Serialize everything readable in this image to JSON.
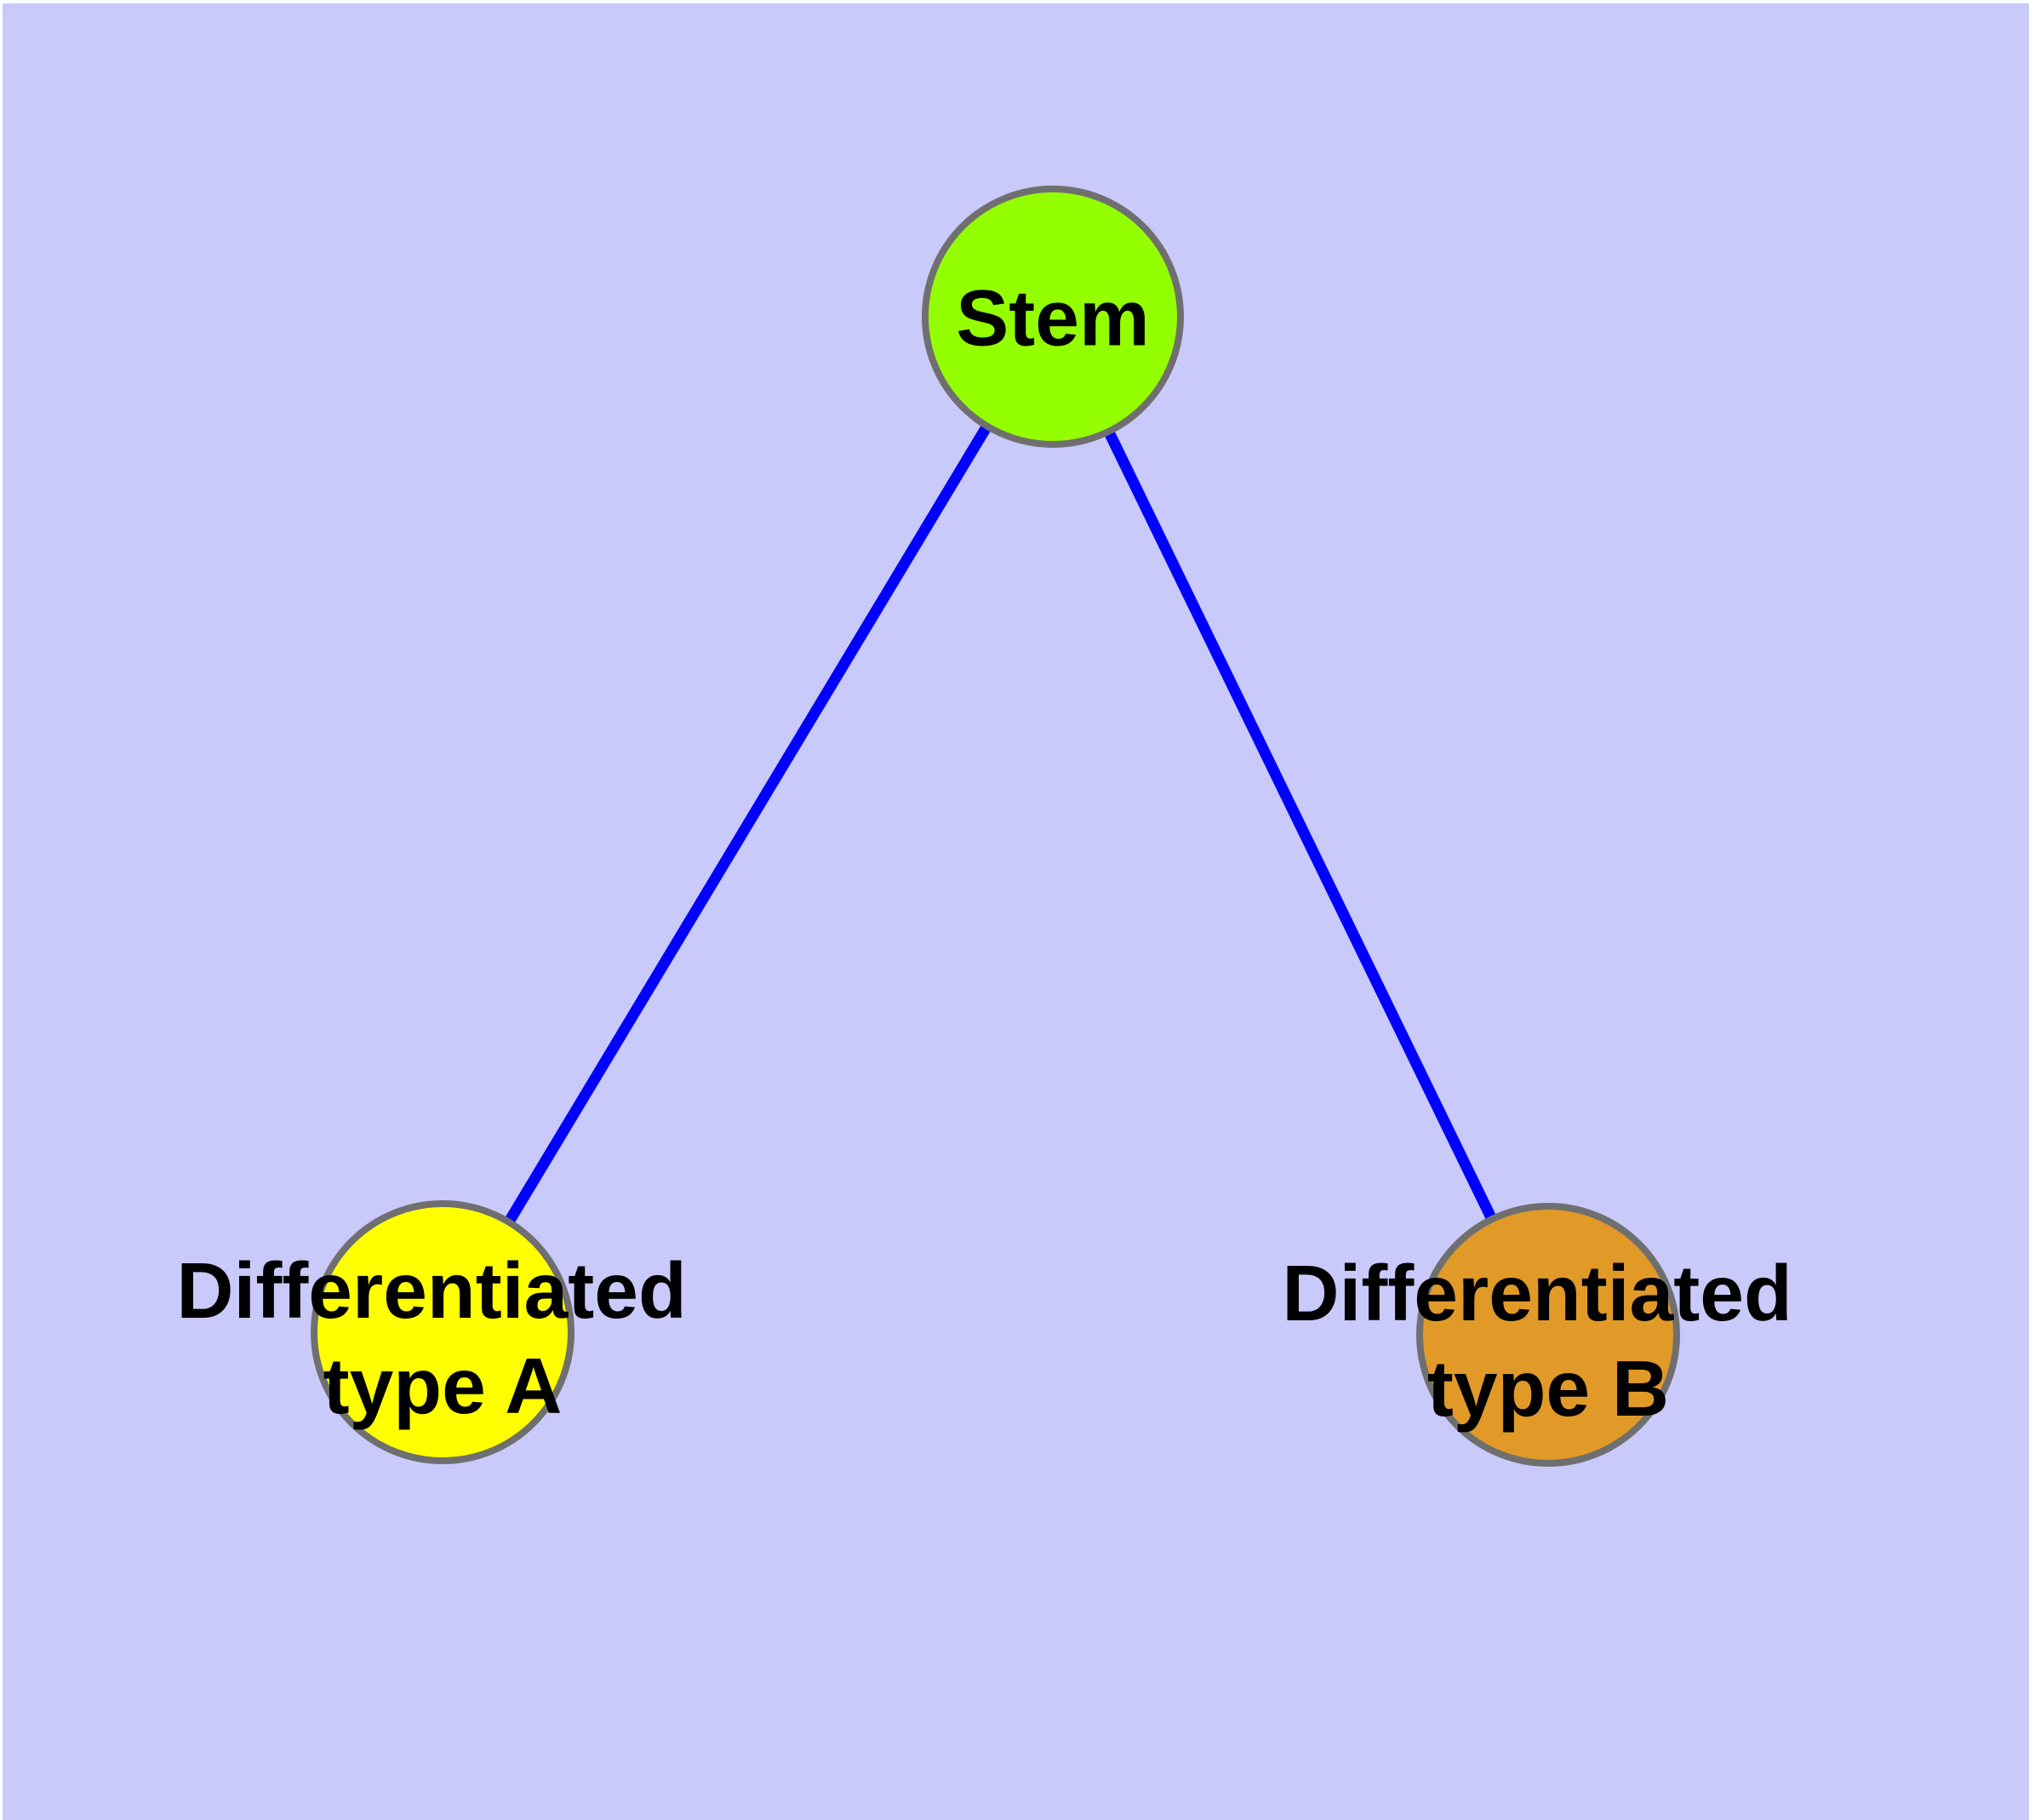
{
  "canvas": {
    "background_color": "#C9C9FA",
    "margin_color": "#FFFFFF"
  },
  "graph": {
    "edge_color": "#0000FF",
    "node_border_color": "#6F6F6F",
    "label_color": "#000000",
    "nodes": {
      "stem": {
        "label": "Stem",
        "fill": "#94FF00"
      },
      "type_a": {
        "label_line1": "Differentiated",
        "label_line2": "type A",
        "fill": "#FFFF00"
      },
      "type_b": {
        "label_line1": "Differentiated",
        "label_line2": "type B",
        "fill": "#E19A28"
      }
    },
    "edges": [
      {
        "from": "Stem",
        "to": "Differentiated type A"
      },
      {
        "from": "Stem",
        "to": "Differentiated type B"
      }
    ]
  }
}
